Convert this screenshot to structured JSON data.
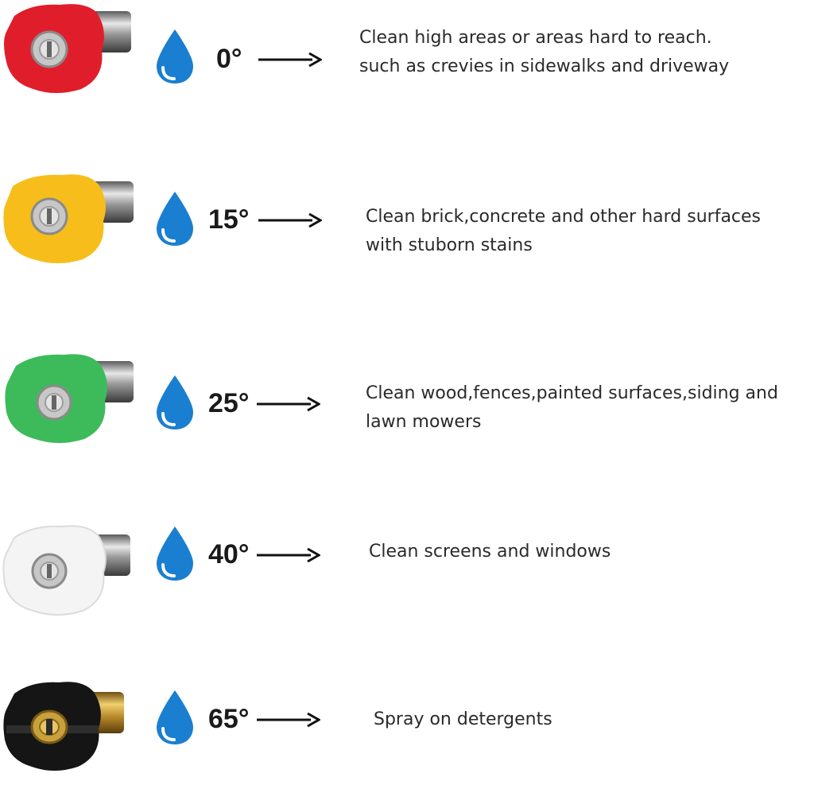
{
  "colors": {
    "drop": "#1a7fd0",
    "drop_highlight": "#ffffff",
    "text": "#2a2a2a",
    "arrow": "#111111"
  },
  "nozzles": [
    {
      "angle": "0°",
      "color_name": "red",
      "color": "#e01e2b",
      "lines": [
        "Clean high areas or areas hard to reach.",
        "such as crevies in sidewalks and driveway"
      ]
    },
    {
      "angle": "15°",
      "color_name": "yellow",
      "color": "#f7bd1a",
      "lines": [
        "Clean brick,concrete and other hard surfaces",
        "with stuborn stains"
      ]
    },
    {
      "angle": "25°",
      "color_name": "green",
      "color": "#3dbb5a",
      "lines": [
        "Clean wood,fences,painted surfaces,siding and",
        "lawn mowers"
      ]
    },
    {
      "angle": "40°",
      "color_name": "white",
      "color": "#f4f4f4",
      "lines": [
        "Clean screens and windows"
      ]
    },
    {
      "angle": "65°",
      "color_name": "black",
      "color": "#151515",
      "lines": [
        "Spray on detergents"
      ]
    }
  ]
}
